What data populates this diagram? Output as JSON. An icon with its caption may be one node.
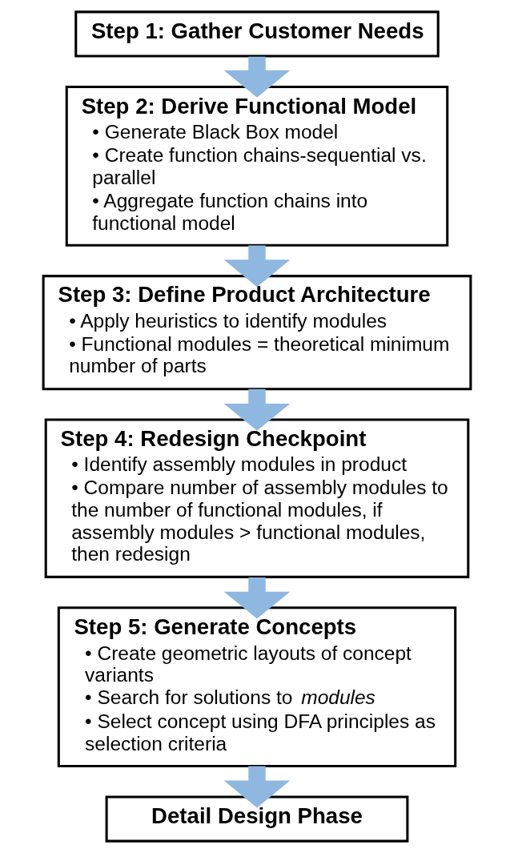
{
  "diagram": {
    "nodes": [
      {
        "text": [
          "Step 1: Gather Customer Needs"
        ]
      },
      {
        "text": [
          "Step 2: Derive Functional Model",
          "• Generate Black Box model",
          "• Create function chains-sequential vs. parallel",
          "• Aggregate function chains into functional model"
        ]
      },
      {
        "text": [
          "Step 3: Define Product Architecture",
          "• Apply heuristics to identify modules",
          "• Functional modules = theoretical minimum number of parts"
        ]
      },
      {
        "text": [
          "Step 4: Redesign Checkpoint",
          "• Identify assembly modules in product",
          "• Compare number of assembly modules to the number of functional modules, if assembly modules > functional modules, then redesign"
        ]
      },
      {
        "text": [
          "Step 5: Generate Concepts",
          "• Create geometric layouts of concept variants",
          "• Search for solutions to *modules*",
          "• Select concept using DFA principles as selection criteria"
        ]
      },
      {
        "text": [
          "Detail Design Phase"
        ]
      }
    ],
    "edges": [
      {
        "from": 0,
        "to": 1,
        "arrow": "to"
      },
      {
        "from": 1,
        "to": 2,
        "arrow": "to"
      },
      {
        "from": 2,
        "to": 3,
        "arrow": "to"
      },
      {
        "from": 3,
        "to": 4,
        "arrow": "to"
      },
      {
        "from": 4,
        "to": 5,
        "arrow": "to"
      }
    ]
  }
}
